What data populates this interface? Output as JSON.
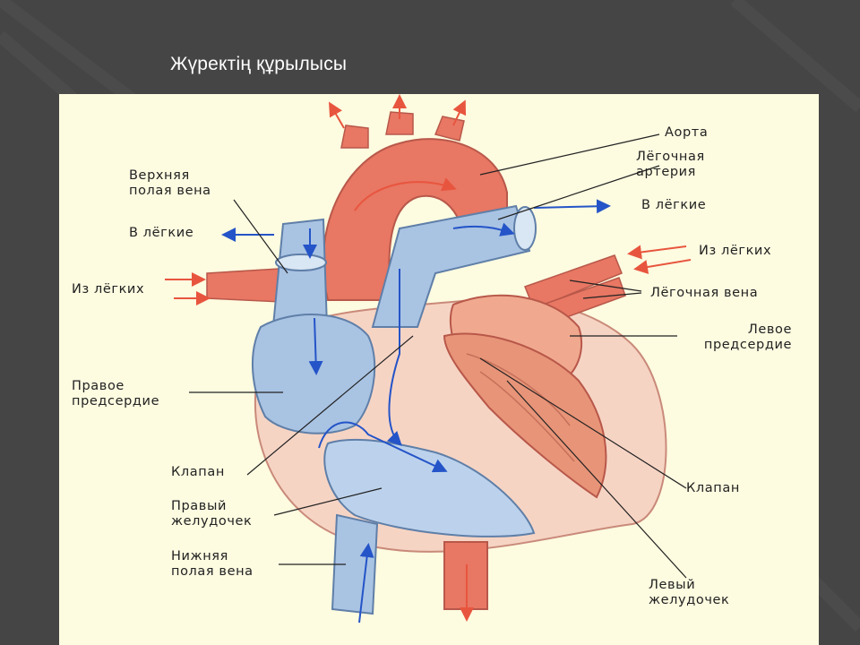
{
  "slide": {
    "title": "Жүректің құрылысы"
  },
  "colors": {
    "slide_bg": "#454545",
    "panel_bg": "#fdfbe0",
    "artery_red": "#e87763",
    "vein_blue": "#a9c3e3",
    "muscle_pink": "#f4cbb8",
    "arrow_red": "#e8553e",
    "arrow_blue": "#2454c8"
  },
  "labels": {
    "aorta": "Аорта",
    "pulmonary_artery": "Лёгочная\nартерия",
    "to_lungs_right": "В лёгкие",
    "from_lungs_right": "Из лёгких",
    "pulmonary_vein": "Лёгочная вена",
    "left_atrium": "Левое\nпредсердие",
    "valve_right": "Клапан",
    "left_ventricle": "Левый\nжелудочек",
    "superior_vena_cava": "Верхняя\nполая вена",
    "to_lungs_left": "В лёгкие",
    "from_lungs_left": "Из лёгких",
    "right_atrium": "Правое\nпредсердие",
    "valve_left": "Клапан",
    "right_ventricle": "Правый\nжелудочек",
    "inferior_vena_cava": "Нижняя\nполая вена"
  }
}
